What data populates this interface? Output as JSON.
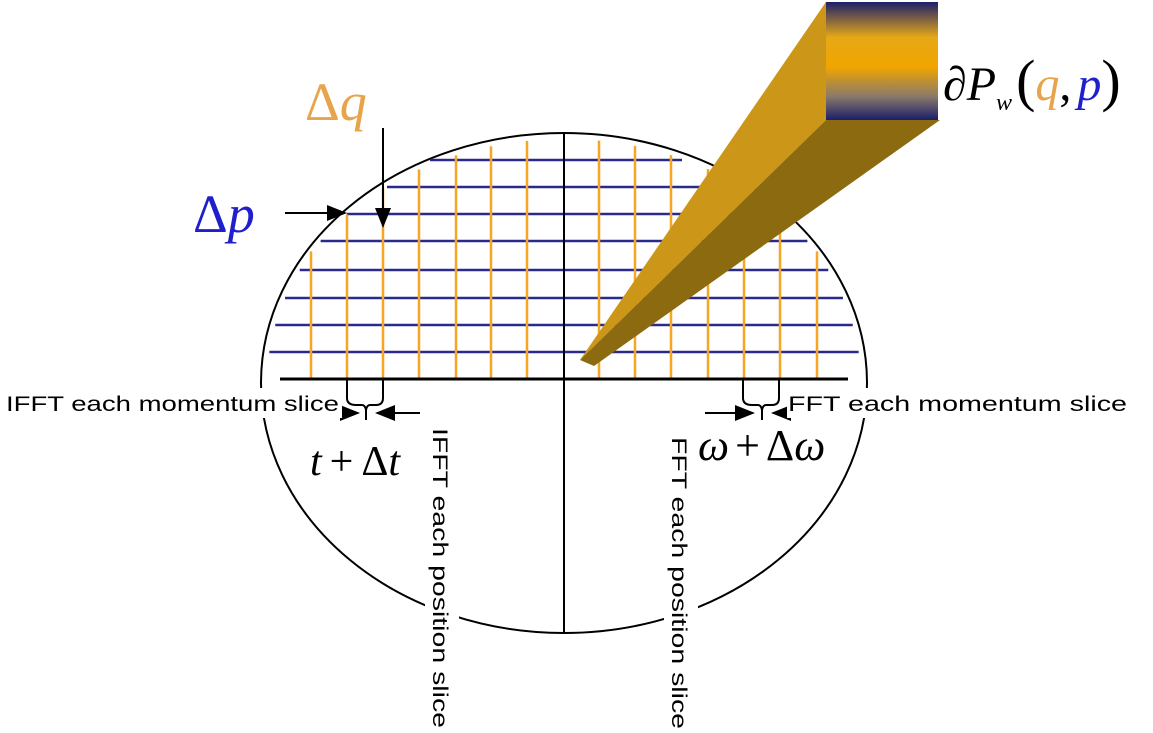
{
  "symbols": {
    "delta_q": {
      "delta": "Δ",
      "var": "q"
    },
    "delta_p": {
      "delta": "Δ",
      "var": "p"
    },
    "partial_prefix": "∂",
    "P": "P",
    "P_subscript": "w",
    "open_paren": "(",
    "q": "q",
    "comma": ",",
    "p": "p",
    "close_paren": ")",
    "t": "t",
    "plus": "+",
    "delta_t_delta": "Δ",
    "delta_t_var": "t",
    "omega": "ω",
    "delta_omega_delta": "Δ",
    "delta_omega_var": "ω"
  },
  "labels": {
    "ifft_momentum": "IFFT each momentum slice",
    "fft_momentum": "FFT each momentum slice",
    "ifft_position": "IFFT each position slice",
    "fft_position": "FFT each position slice"
  },
  "colors": {
    "q_color": "#E8A44A",
    "p_color": "#1F1FCC",
    "grid_vertical": "#F5A623",
    "grid_horizontal": "#2A2A8C",
    "probe_top": "#D4A017",
    "probe_side": "#8C6A10",
    "probe_face_dark": "#1B1F6B",
    "probe_face_gold": "#F0A500",
    "outline": "#000000"
  }
}
